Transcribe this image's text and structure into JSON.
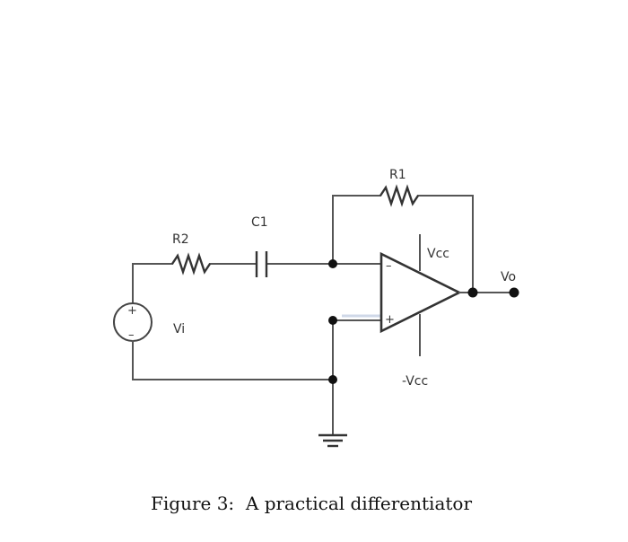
{
  "labels": {
    "r1": "R1",
    "r2": "R2",
    "c1": "C1",
    "vcc": "Vcc",
    "neg_vcc": "-Vcc",
    "vo": "Vo",
    "vi": "Vi",
    "minus": "–",
    "plus": "+"
  },
  "caption": "Figure 3:  A practical differentiator",
  "colors": {
    "wire": "#555555",
    "node": "#111111",
    "text": "#333333",
    "input_highlight": "#cfd8e8"
  }
}
